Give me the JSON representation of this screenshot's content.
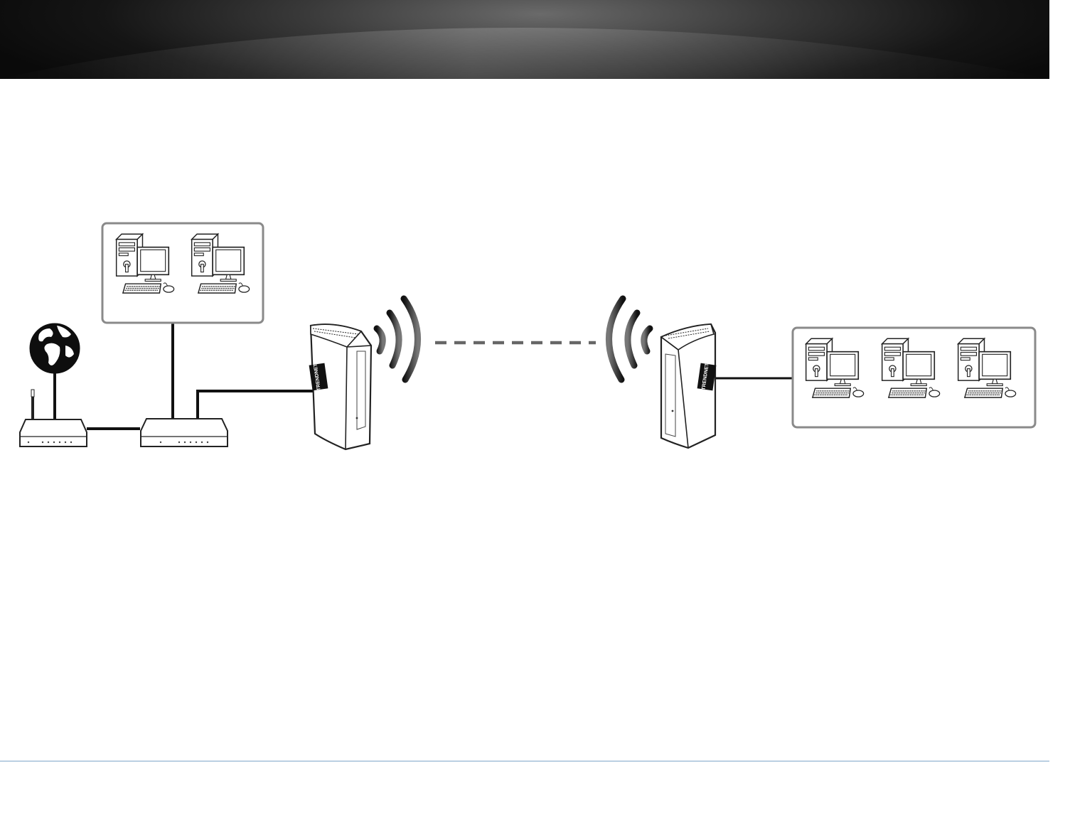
{
  "diagram": {
    "brand_label": "TRENDNET",
    "devices": [
      "globe-icon",
      "wireless-router",
      "network-switch",
      "access-point-left",
      "access-point-right",
      "computer-group-left",
      "computer-group-right"
    ],
    "link_style": {
      "wired": "#111111",
      "wireless_bridge": "#666666"
    }
  },
  "colors": {
    "header_dark": "#0a0a0a",
    "footer_rule": "#7fa6c9",
    "panel_border": "#8a8a8a"
  }
}
